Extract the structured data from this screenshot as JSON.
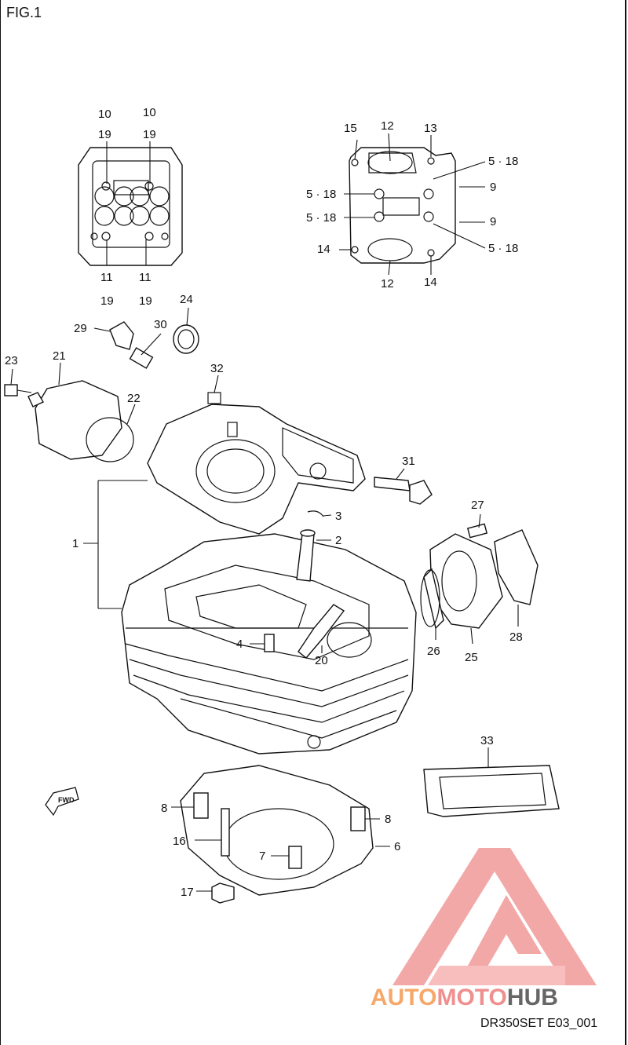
{
  "figure_label": "FIG.1",
  "diagram_code": "DR350SET E03_001",
  "watermark": {
    "brand_part1": "AUTO",
    "brand_part2": "MOTO",
    "brand_part3": "HUB",
    "color_primary": "#f5a06a",
    "color_secondary": "#ef8a8a",
    "color_dark": "#555555"
  },
  "fwd_marker": "FWD",
  "callouts": [
    {
      "id": "c10a",
      "text": "10"
    },
    {
      "id": "c19a",
      "text": "19"
    },
    {
      "id": "c10b",
      "text": "10"
    },
    {
      "id": "c19b",
      "text": "19"
    },
    {
      "id": "c11a",
      "text": "11"
    },
    {
      "id": "c19c",
      "text": "19"
    },
    {
      "id": "c11b",
      "text": "11"
    },
    {
      "id": "c19d",
      "text": "19"
    },
    {
      "id": "c15",
      "text": "15"
    },
    {
      "id": "c12a",
      "text": "12"
    },
    {
      "id": "c13",
      "text": "13"
    },
    {
      "id": "c518a",
      "text": "5 · 18"
    },
    {
      "id": "c9a",
      "text": "9"
    },
    {
      "id": "c518b",
      "text": "5 · 18"
    },
    {
      "id": "c518c",
      "text": "5 · 18"
    },
    {
      "id": "c9b",
      "text": "9"
    },
    {
      "id": "c14a",
      "text": "14"
    },
    {
      "id": "c518d",
      "text": "5 · 18"
    },
    {
      "id": "c12b",
      "text": "12"
    },
    {
      "id": "c14b",
      "text": "14"
    },
    {
      "id": "c24",
      "text": "24"
    },
    {
      "id": "c29",
      "text": "29"
    },
    {
      "id": "c30",
      "text": "30"
    },
    {
      "id": "c23",
      "text": "23"
    },
    {
      "id": "c21",
      "text": "21"
    },
    {
      "id": "c32",
      "text": "32"
    },
    {
      "id": "c22",
      "text": "22"
    },
    {
      "id": "c31",
      "text": "31"
    },
    {
      "id": "c1",
      "text": "1"
    },
    {
      "id": "c3",
      "text": "3"
    },
    {
      "id": "c2",
      "text": "2"
    },
    {
      "id": "c27",
      "text": "27"
    },
    {
      "id": "c4",
      "text": "4"
    },
    {
      "id": "c20",
      "text": "20"
    },
    {
      "id": "c26",
      "text": "26"
    },
    {
      "id": "c25",
      "text": "25"
    },
    {
      "id": "c28",
      "text": "28"
    },
    {
      "id": "c33",
      "text": "33"
    },
    {
      "id": "c8a",
      "text": "8"
    },
    {
      "id": "c8b",
      "text": "8"
    },
    {
      "id": "c16",
      "text": "16"
    },
    {
      "id": "c6",
      "text": "6"
    },
    {
      "id": "c7",
      "text": "7"
    },
    {
      "id": "c17",
      "text": "17"
    }
  ]
}
